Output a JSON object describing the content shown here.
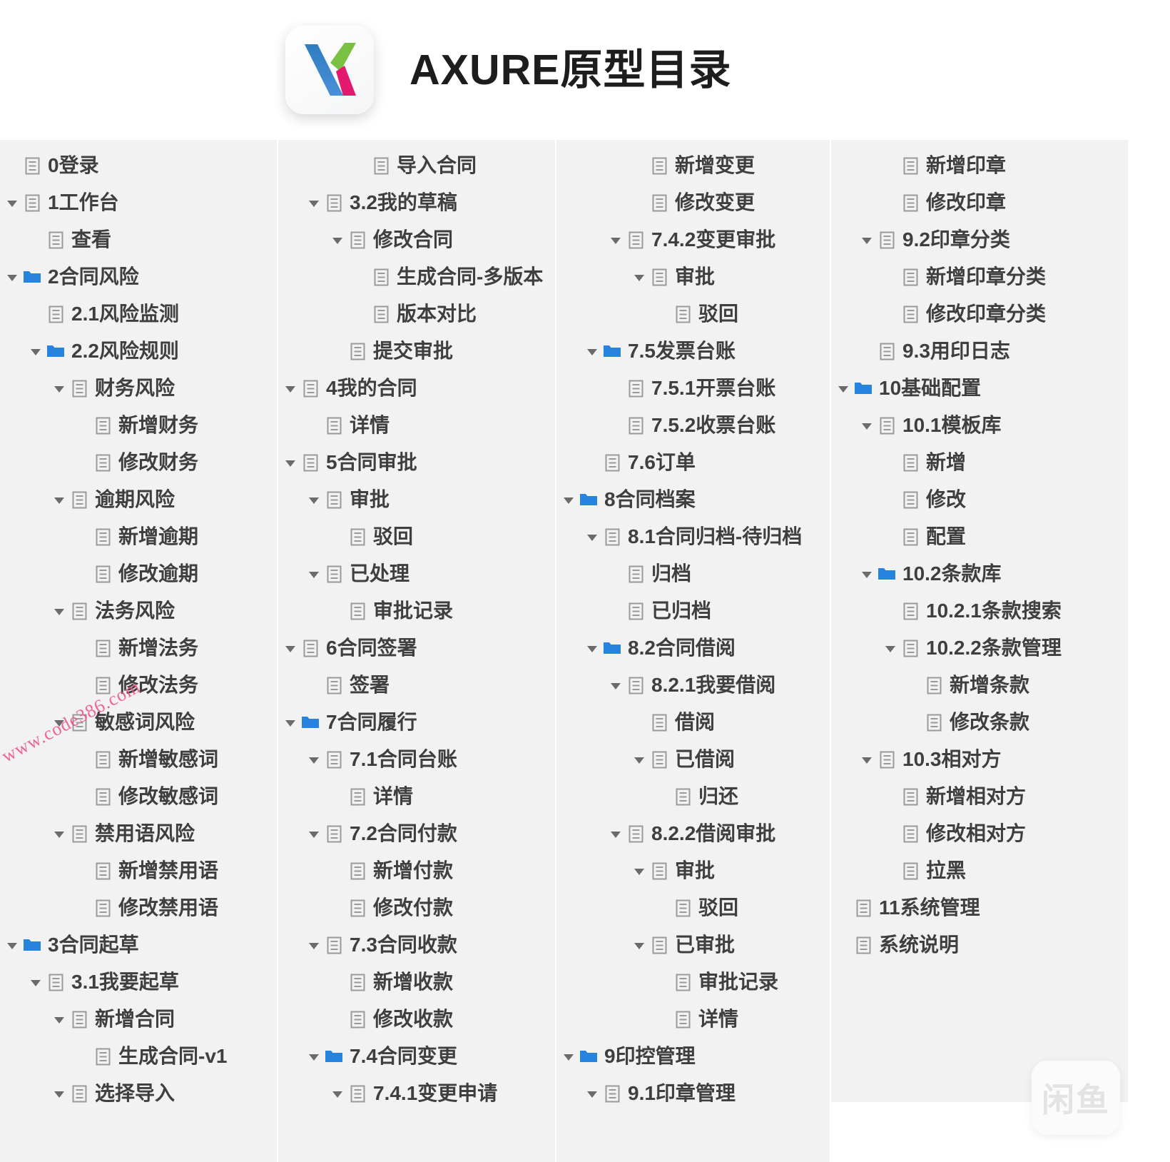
{
  "header": {
    "title": "AXURE原型目录",
    "logo_icon": "axure-logo-icon"
  },
  "watermarks": {
    "site": "www.code386.com",
    "brand": "闲鱼"
  },
  "icons": {
    "page": "page-icon",
    "folder": "folder-icon",
    "arrow": "chevron-down-icon"
  },
  "colors": {
    "folder_blue": "#2684df",
    "panel_bg": "#f2f2f2",
    "text": "#3f3f3f",
    "watermark_pink": "#ef4c7f"
  },
  "tree": {
    "columns": [
      {
        "id": "column-1",
        "items": [
          {
            "label": "0登录",
            "depth": 1,
            "icon": "page",
            "arrow": false
          },
          {
            "label": "1工作台",
            "depth": 1,
            "icon": "page",
            "arrow": true
          },
          {
            "label": "查看",
            "depth": 2,
            "icon": "page",
            "arrow": false
          },
          {
            "label": "2合同风险",
            "depth": 1,
            "icon": "folder",
            "arrow": true
          },
          {
            "label": "2.1风险监测",
            "depth": 2,
            "icon": "page",
            "arrow": false
          },
          {
            "label": "2.2风险规则",
            "depth": 2,
            "icon": "folder",
            "arrow": true
          },
          {
            "label": "财务风险",
            "depth": 3,
            "icon": "page",
            "arrow": true
          },
          {
            "label": "新增财务",
            "depth": 4,
            "icon": "page",
            "arrow": false
          },
          {
            "label": "修改财务",
            "depth": 4,
            "icon": "page",
            "arrow": false
          },
          {
            "label": "逾期风险",
            "depth": 3,
            "icon": "page",
            "arrow": true
          },
          {
            "label": "新增逾期",
            "depth": 4,
            "icon": "page",
            "arrow": false
          },
          {
            "label": "修改逾期",
            "depth": 4,
            "icon": "page",
            "arrow": false
          },
          {
            "label": "法务风险",
            "depth": 3,
            "icon": "page",
            "arrow": true
          },
          {
            "label": "新增法务",
            "depth": 4,
            "icon": "page",
            "arrow": false
          },
          {
            "label": "修改法务",
            "depth": 4,
            "icon": "page",
            "arrow": false
          },
          {
            "label": "敏感词风险",
            "depth": 3,
            "icon": "page",
            "arrow": true
          },
          {
            "label": "新增敏感词",
            "depth": 4,
            "icon": "page",
            "arrow": false
          },
          {
            "label": "修改敏感词",
            "depth": 4,
            "icon": "page",
            "arrow": false
          },
          {
            "label": "禁用语风险",
            "depth": 3,
            "icon": "page",
            "arrow": true
          },
          {
            "label": "新增禁用语",
            "depth": 4,
            "icon": "page",
            "arrow": false
          },
          {
            "label": "修改禁用语",
            "depth": 4,
            "icon": "page",
            "arrow": false
          },
          {
            "label": "3合同起草",
            "depth": 1,
            "icon": "folder",
            "arrow": true
          },
          {
            "label": "3.1我要起草",
            "depth": 2,
            "icon": "page",
            "arrow": true
          },
          {
            "label": "新增合同",
            "depth": 3,
            "icon": "page",
            "arrow": true
          },
          {
            "label": "生成合同-v1",
            "depth": 4,
            "icon": "page",
            "arrow": false
          },
          {
            "label": "选择导入",
            "depth": 3,
            "icon": "page",
            "arrow": true
          }
        ]
      },
      {
        "id": "column-2",
        "items": [
          {
            "label": "导入合同",
            "depth": 4,
            "icon": "page",
            "arrow": false
          },
          {
            "label": "3.2我的草稿",
            "depth": 2,
            "icon": "page",
            "arrow": true
          },
          {
            "label": "修改合同",
            "depth": 3,
            "icon": "page",
            "arrow": true
          },
          {
            "label": "生成合同-多版本",
            "depth": 4,
            "icon": "page",
            "arrow": false
          },
          {
            "label": "版本对比",
            "depth": 4,
            "icon": "page",
            "arrow": false
          },
          {
            "label": "提交审批",
            "depth": 3,
            "icon": "page",
            "arrow": false
          },
          {
            "label": "4我的合同",
            "depth": 1,
            "icon": "page",
            "arrow": true
          },
          {
            "label": "详情",
            "depth": 2,
            "icon": "page",
            "arrow": false
          },
          {
            "label": "5合同审批",
            "depth": 1,
            "icon": "page",
            "arrow": true
          },
          {
            "label": "审批",
            "depth": 2,
            "icon": "page",
            "arrow": true
          },
          {
            "label": "驳回",
            "depth": 3,
            "icon": "page",
            "arrow": false
          },
          {
            "label": "已处理",
            "depth": 2,
            "icon": "page",
            "arrow": true
          },
          {
            "label": "审批记录",
            "depth": 3,
            "icon": "page",
            "arrow": false
          },
          {
            "label": "6合同签署",
            "depth": 1,
            "icon": "page",
            "arrow": true
          },
          {
            "label": "签署",
            "depth": 2,
            "icon": "page",
            "arrow": false
          },
          {
            "label": "7合同履行",
            "depth": 1,
            "icon": "folder",
            "arrow": true
          },
          {
            "label": "7.1合同台账",
            "depth": 2,
            "icon": "page",
            "arrow": true
          },
          {
            "label": "详情",
            "depth": 3,
            "icon": "page",
            "arrow": false
          },
          {
            "label": "7.2合同付款",
            "depth": 2,
            "icon": "page",
            "arrow": true
          },
          {
            "label": "新增付款",
            "depth": 3,
            "icon": "page",
            "arrow": false
          },
          {
            "label": "修改付款",
            "depth": 3,
            "icon": "page",
            "arrow": false
          },
          {
            "label": "7.3合同收款",
            "depth": 2,
            "icon": "page",
            "arrow": true
          },
          {
            "label": "新增收款",
            "depth": 3,
            "icon": "page",
            "arrow": false
          },
          {
            "label": "修改收款",
            "depth": 3,
            "icon": "page",
            "arrow": false
          },
          {
            "label": "7.4合同变更",
            "depth": 2,
            "icon": "folder",
            "arrow": true
          },
          {
            "label": "7.4.1变更申请",
            "depth": 3,
            "icon": "page",
            "arrow": true
          }
        ]
      },
      {
        "id": "column-3",
        "items": [
          {
            "label": "新增变更",
            "depth": 4,
            "icon": "page",
            "arrow": false
          },
          {
            "label": "修改变更",
            "depth": 4,
            "icon": "page",
            "arrow": false
          },
          {
            "label": "7.4.2变更审批",
            "depth": 3,
            "icon": "page",
            "arrow": true
          },
          {
            "label": "审批",
            "depth": 4,
            "icon": "page",
            "arrow": true
          },
          {
            "label": "驳回",
            "depth": 5,
            "icon": "page",
            "arrow": false
          },
          {
            "label": "7.5发票台账",
            "depth": 2,
            "icon": "folder",
            "arrow": true
          },
          {
            "label": "7.5.1开票台账",
            "depth": 3,
            "icon": "page",
            "arrow": false
          },
          {
            "label": "7.5.2收票台账",
            "depth": 3,
            "icon": "page",
            "arrow": false
          },
          {
            "label": "7.6订单",
            "depth": 2,
            "icon": "page",
            "arrow": false
          },
          {
            "label": "8合同档案",
            "depth": 1,
            "icon": "folder",
            "arrow": true
          },
          {
            "label": "8.1合同归档-待归档",
            "depth": 2,
            "icon": "page",
            "arrow": true
          },
          {
            "label": "归档",
            "depth": 3,
            "icon": "page",
            "arrow": false
          },
          {
            "label": "已归档",
            "depth": 3,
            "icon": "page",
            "arrow": false
          },
          {
            "label": "8.2合同借阅",
            "depth": 2,
            "icon": "folder",
            "arrow": true
          },
          {
            "label": "8.2.1我要借阅",
            "depth": 3,
            "icon": "page",
            "arrow": true
          },
          {
            "label": "借阅",
            "depth": 4,
            "icon": "page",
            "arrow": false
          },
          {
            "label": "已借阅",
            "depth": 4,
            "icon": "page",
            "arrow": true
          },
          {
            "label": "归还",
            "depth": 5,
            "icon": "page",
            "arrow": false
          },
          {
            "label": "8.2.2借阅审批",
            "depth": 3,
            "icon": "page",
            "arrow": true
          },
          {
            "label": "审批",
            "depth": 4,
            "icon": "page",
            "arrow": true
          },
          {
            "label": "驳回",
            "depth": 5,
            "icon": "page",
            "arrow": false
          },
          {
            "label": "已审批",
            "depth": 4,
            "icon": "page",
            "arrow": true
          },
          {
            "label": "审批记录",
            "depth": 5,
            "icon": "page",
            "arrow": false
          },
          {
            "label": "详情",
            "depth": 5,
            "icon": "page",
            "arrow": false
          },
          {
            "label": "9印控管理",
            "depth": 1,
            "icon": "folder",
            "arrow": true
          },
          {
            "label": "9.1印章管理",
            "depth": 2,
            "icon": "page",
            "arrow": true
          }
        ]
      },
      {
        "id": "column-4",
        "items": [
          {
            "label": "新增印章",
            "depth": 3,
            "icon": "page",
            "arrow": false
          },
          {
            "label": "修改印章",
            "depth": 3,
            "icon": "page",
            "arrow": false
          },
          {
            "label": "9.2印章分类",
            "depth": 2,
            "icon": "page",
            "arrow": true
          },
          {
            "label": "新增印章分类",
            "depth": 3,
            "icon": "page",
            "arrow": false
          },
          {
            "label": "修改印章分类",
            "depth": 3,
            "icon": "page",
            "arrow": false
          },
          {
            "label": "9.3用印日志",
            "depth": 2,
            "icon": "page",
            "arrow": false
          },
          {
            "label": "10基础配置",
            "depth": 1,
            "icon": "folder",
            "arrow": true
          },
          {
            "label": "10.1模板库",
            "depth": 2,
            "icon": "page",
            "arrow": true
          },
          {
            "label": "新增",
            "depth": 3,
            "icon": "page",
            "arrow": false
          },
          {
            "label": "修改",
            "depth": 3,
            "icon": "page",
            "arrow": false
          },
          {
            "label": "配置",
            "depth": 3,
            "icon": "page",
            "arrow": false
          },
          {
            "label": "10.2条款库",
            "depth": 2,
            "icon": "folder",
            "arrow": true
          },
          {
            "label": "10.2.1条款搜索",
            "depth": 3,
            "icon": "page",
            "arrow": false
          },
          {
            "label": "10.2.2条款管理",
            "depth": 3,
            "icon": "page",
            "arrow": true
          },
          {
            "label": "新增条款",
            "depth": 4,
            "icon": "page",
            "arrow": false
          },
          {
            "label": "修改条款",
            "depth": 4,
            "icon": "page",
            "arrow": false
          },
          {
            "label": "10.3相对方",
            "depth": 2,
            "icon": "page",
            "arrow": true
          },
          {
            "label": "新增相对方",
            "depth": 3,
            "icon": "page",
            "arrow": false
          },
          {
            "label": "修改相对方",
            "depth": 3,
            "icon": "page",
            "arrow": false
          },
          {
            "label": "拉黑",
            "depth": 3,
            "icon": "page",
            "arrow": false
          },
          {
            "label": "11系统管理",
            "depth": 1,
            "icon": "page",
            "arrow": false
          },
          {
            "label": "系统说明",
            "depth": 1,
            "icon": "page",
            "arrow": false
          }
        ]
      }
    ]
  }
}
